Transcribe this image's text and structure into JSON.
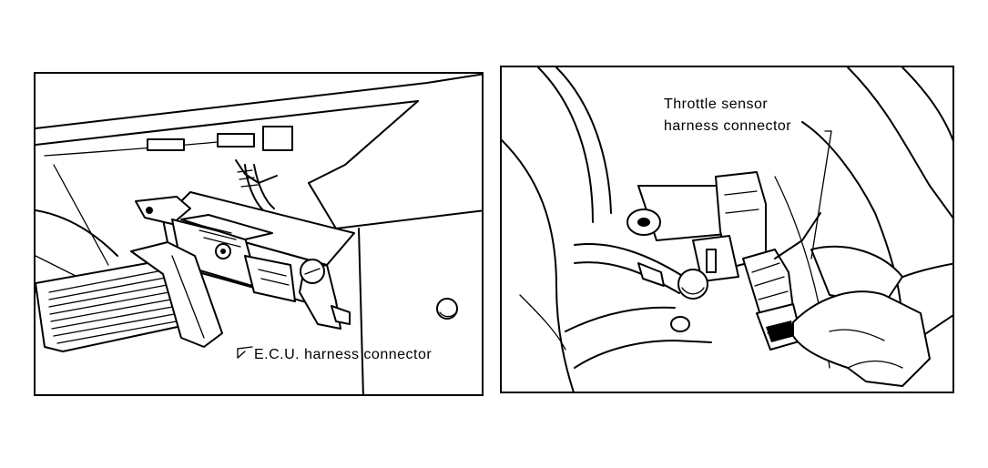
{
  "left_panel": {
    "label": "E.C.U. harness connector"
  },
  "right_panel": {
    "label_line1": "Throttle sensor",
    "label_line2": "harness connector"
  }
}
